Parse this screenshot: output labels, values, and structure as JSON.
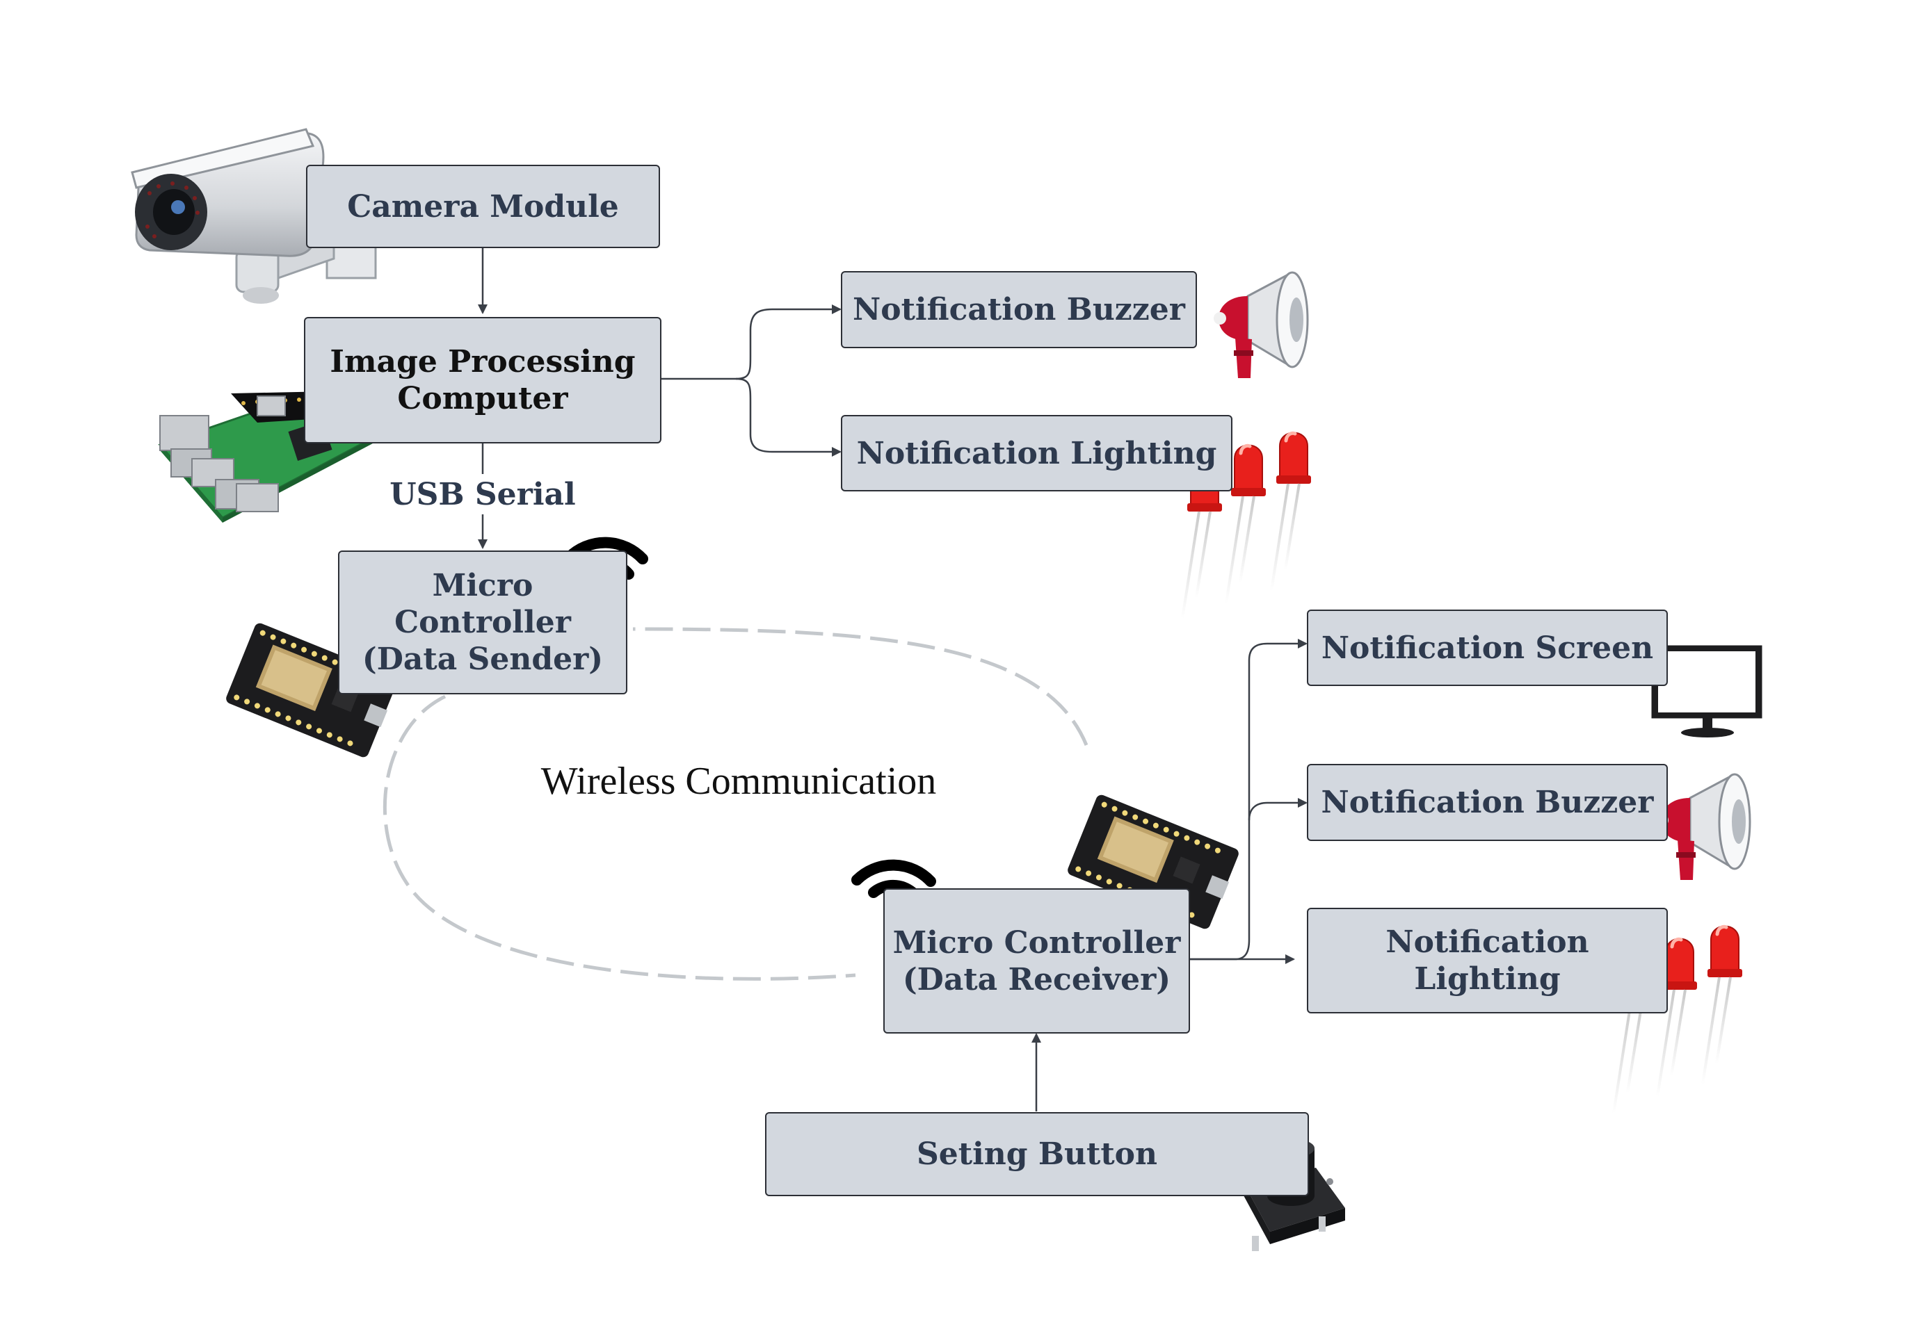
{
  "nodes": {
    "camera": {
      "lines": [
        "Camera Module"
      ]
    },
    "image_processing": {
      "lines": [
        "Image Processing",
        "Computer"
      ]
    },
    "buzzer_top": {
      "lines": [
        "Notification Buzzer"
      ]
    },
    "lighting_top": {
      "lines": [
        "Notification Lighting"
      ]
    },
    "sender": {
      "lines": [
        "Micro",
        "Controller",
        "(Data Sender)"
      ]
    },
    "screen": {
      "lines": [
        "Notification Screen"
      ]
    },
    "buzzer_bottom": {
      "lines": [
        "Notification Buzzer"
      ]
    },
    "lighting_bottom": {
      "lines": [
        "Notification",
        "Lighting"
      ]
    },
    "receiver": {
      "lines": [
        "Micro Controller",
        "(Data Receiver)"
      ]
    },
    "setting_button": {
      "lines": [
        "Seting Button"
      ]
    }
  },
  "edge_labels": {
    "usb_serial": "USB Serial",
    "wireless": "Wireless Communication"
  },
  "icons": [
    "security-camera-icon",
    "raspberry-pi-board-icon",
    "megaphone-icon",
    "red-led-icon",
    "wifi-icon",
    "esp8266-board-icon",
    "monitor-icon",
    "push-button-icon"
  ],
  "colors": {
    "box_fill": "#d3d8df",
    "box_border": "#2c2f36",
    "text": "#2e3a4e",
    "arrow": "#3a3f47",
    "led_red": "#e8201c",
    "megaphone_red": "#c8102e"
  }
}
